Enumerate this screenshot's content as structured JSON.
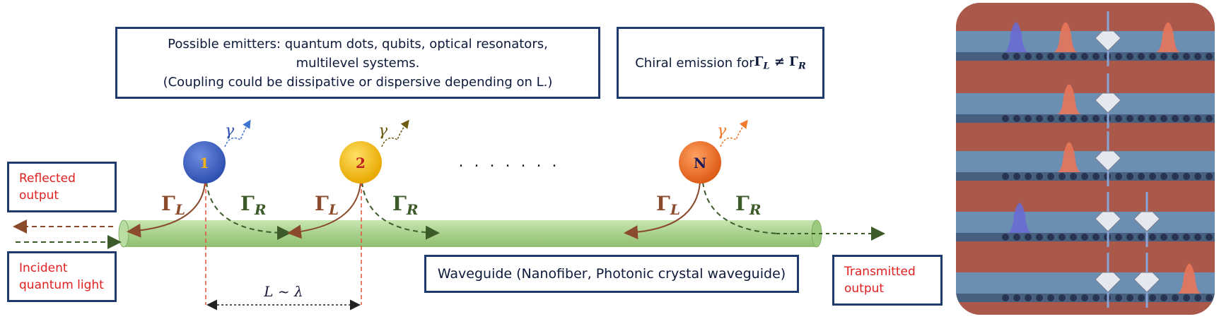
{
  "emitters_note": {
    "line1": "Possible emitters: quantum dots, qubits, optical resonators,",
    "line2": "multilevel systems.",
    "line3": "(Coupling could be dissipative or dispersive depending on L.)"
  },
  "chiral_note": {
    "text": "Chiral emission for ",
    "condition": "ΓL ≠ ΓR"
  },
  "reflected": {
    "line1": "Reflected",
    "line2": "output"
  },
  "incident": {
    "line1": "Incident",
    "line2": "quantum light"
  },
  "waveguide_label": "Waveguide (Nanofiber, Photonic crystal waveguide)",
  "transmitted": {
    "line1": "Transmitted",
    "line2": "output"
  },
  "emitters": [
    {
      "label": "1",
      "decay": "γ",
      "color": "#3f63c9",
      "label_color": "#f2b21a"
    },
    {
      "label": "2",
      "decay": "γ",
      "color": "#f4c31a",
      "label_color": "#c02020"
    },
    {
      "label": "N",
      "decay": "γ",
      "color": "#ef7a2b",
      "label_color": "#1a1a5a"
    }
  ],
  "coupling_left": "ΓL",
  "coupling_right": "ΓR",
  "ellipsis": ". . . . . . .",
  "spacing_label": "L ~ λ",
  "colors": {
    "box_border": "#1f3a6e",
    "waveguide_fill": "#a9d18e",
    "left_coupling": "#8b4a2b",
    "right_coupling": "#3d5a2a",
    "guide_line": "#e8503a",
    "panel_bg": "#a9584a",
    "panel_guide": "#6b8fb3"
  }
}
